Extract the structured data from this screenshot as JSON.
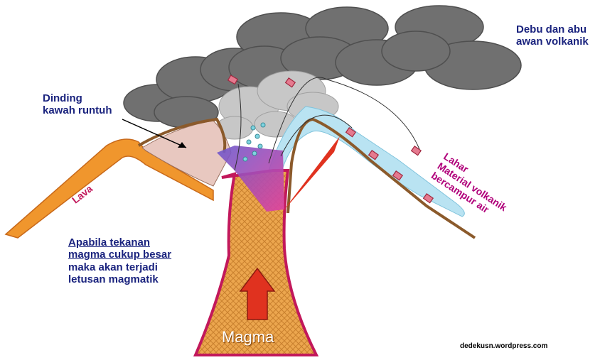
{
  "labels": {
    "dust_ash_cloud": [
      "Debu dan abu",
      "awan volkanik"
    ],
    "crater_wall": [
      "Dinding",
      "kawah runtuh"
    ],
    "lava": "Lava",
    "lahar": [
      "Lahar",
      "Material volkanik",
      "bercampur air"
    ],
    "explanation": [
      "Apabila tekanan",
      "magma cukup besar",
      "maka akan terjadi",
      "letusan magmatik"
    ],
    "magma": "Magma",
    "credit": "dedekusn.wordpress.com"
  },
  "colors": {
    "cloud": "#707070",
    "cloud_light": "#c7c7c7",
    "lava": "#f0962d",
    "lahar": "#b9e3f2",
    "magma": "#e8a24a",
    "conduit_wall": "#c2185b",
    "slope": "#8b5a2b",
    "crater": "#e8c8c0",
    "vent": "#7b68ee",
    "arrow": "#e0321f",
    "label_navy": "#1a237e",
    "label_magenta": "#b0007a"
  }
}
